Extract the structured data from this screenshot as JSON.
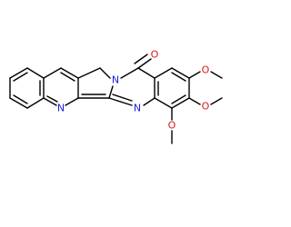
{
  "molecule": {
    "atoms": {
      "n_quinoline": "N",
      "n_amide": "N",
      "n_imine": "N",
      "o_carbonyl": "O",
      "o_methoxy_1": "O",
      "o_methoxy_2": "O",
      "o_methoxy_3": "O"
    },
    "colors": {
      "bond": "#000000",
      "nitrogen": "#1f1fd6",
      "oxygen": "#e0151b",
      "background": "#ffffff"
    }
  }
}
